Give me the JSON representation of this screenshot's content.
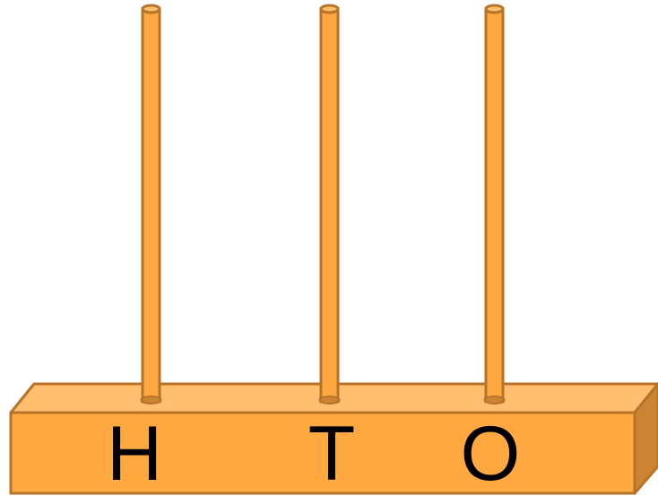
{
  "abacus": {
    "colors": {
      "rod_fill": "#FFA940",
      "rod_stroke": "#B8732A",
      "base_front": "#FFA940",
      "base_top": "#FFBF6E",
      "base_side": "#CC8432",
      "base_stroke": "#B8732A",
      "label_color": "#000000"
    },
    "columns": [
      {
        "label": "H"
      },
      {
        "label": "T"
      },
      {
        "label": "O"
      }
    ]
  }
}
